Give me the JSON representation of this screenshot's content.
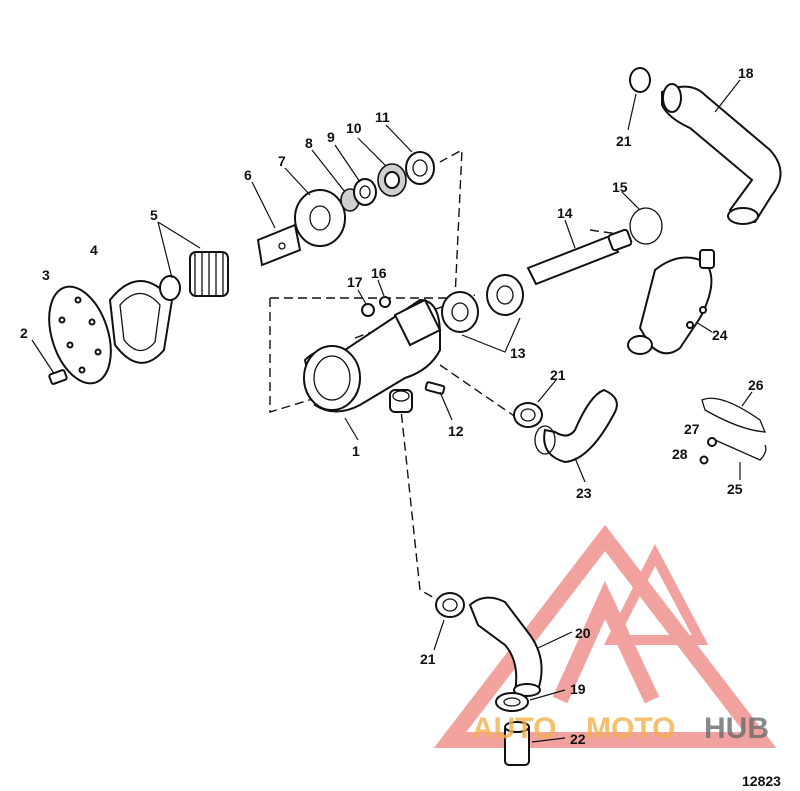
{
  "diagram": {
    "callouts": [
      "1",
      "2",
      "3",
      "4",
      "5",
      "6",
      "7",
      "8",
      "9",
      "10",
      "11",
      "12",
      "13",
      "14",
      "15",
      "16",
      "17",
      "18",
      "19",
      "20",
      "21",
      "21",
      "21",
      "22",
      "23",
      "24",
      "25",
      "26",
      "27",
      "28"
    ],
    "figure_number": "12823"
  },
  "watermark": {
    "text_auto": "AUTO",
    "text_moto": "MOTO",
    "text_hub": "HUB",
    "color_red": "#e8574f",
    "color_orange": "#f3b04a",
    "color_gray": "#6b6b6b"
  }
}
